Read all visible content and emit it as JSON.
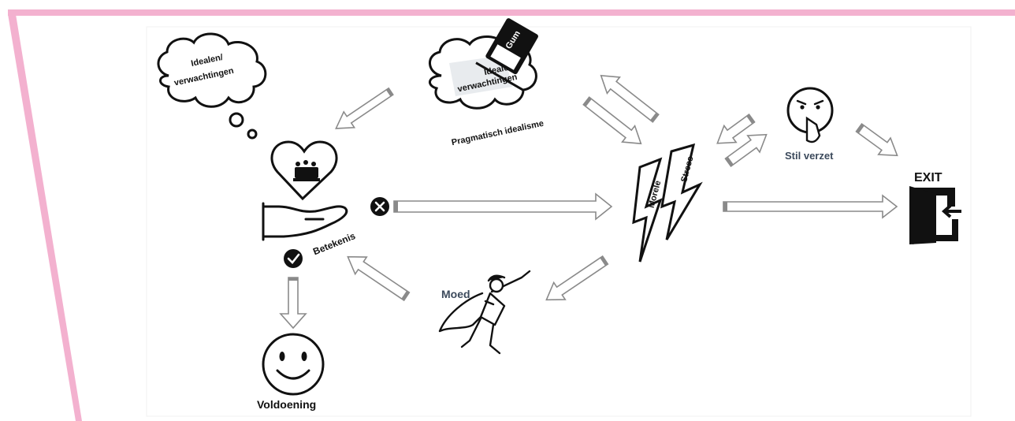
{
  "diagram": {
    "thought_cloud_label_1": "Idealen/",
    "thought_cloud_label_2": "verwachtingen",
    "erased_cloud_label_1": "Ideale",
    "erased_cloud_label_2": "verwachtingen",
    "eraser_label": "Gum",
    "pragmatic_label": "Pragmatisch idealisme",
    "meaning_label": "Betekenis",
    "satisfaction_label": "Voldoening",
    "courage_label": "Moed",
    "moral_label": "Morele",
    "stress_label": "Stress",
    "silent_resistance_label": "Stil verzet",
    "exit_label": "EXIT"
  },
  "colors": {
    "frame_pink": "#f3b1cf",
    "ink": "#111111",
    "accent_text": "#3c4a5c"
  },
  "icons": [
    "thought-cloud-icon",
    "eraser-icon",
    "heart-people-icon",
    "open-hand-icon",
    "cross-circle-icon",
    "check-circle-icon",
    "smiley-icon",
    "superhero-icon",
    "lightning-icon",
    "shush-face-icon",
    "exit-door-icon"
  ]
}
